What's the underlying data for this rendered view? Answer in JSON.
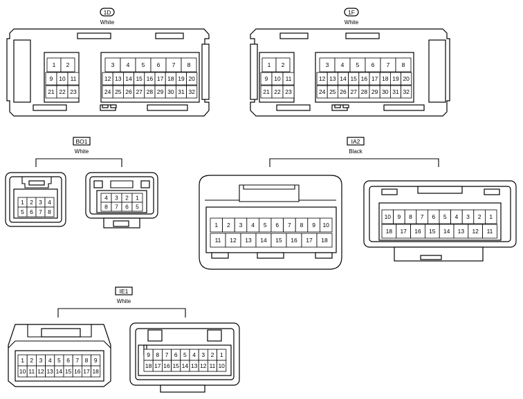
{
  "labels": {
    "c1d": {
      "name": "1D",
      "color": "White"
    },
    "c1f": {
      "name": "1F",
      "color": "White"
    },
    "bo1": {
      "name": "BO1",
      "color": "White"
    },
    "ia2": {
      "name": "IA2",
      "color": "Black"
    },
    "ie1": {
      "name": "IE1",
      "color": "White"
    }
  },
  "connectors": {
    "c1d": {
      "left_top": [
        "1",
        "2"
      ],
      "left_mid": [
        "9",
        "10",
        "11"
      ],
      "left_bot": [
        "21",
        "22",
        "23"
      ],
      "right_top": [
        "3",
        "4",
        "5",
        "6",
        "7",
        "8"
      ],
      "right_mid": [
        "12",
        "13",
        "14",
        "15",
        "16",
        "17",
        "18",
        "19",
        "20"
      ],
      "right_bot": [
        "24",
        "25",
        "26",
        "27",
        "28",
        "29",
        "30",
        "31",
        "32"
      ]
    },
    "c1f": {
      "left_top": [
        "1",
        "2"
      ],
      "left_mid": [
        "9",
        "10",
        "11"
      ],
      "left_bot": [
        "21",
        "22",
        "23"
      ],
      "right_top": [
        "3",
        "4",
        "5",
        "6",
        "7",
        "8"
      ],
      "right_mid": [
        "12",
        "13",
        "14",
        "15",
        "16",
        "17",
        "18",
        "19",
        "20"
      ],
      "right_bot": [
        "24",
        "25",
        "26",
        "27",
        "28",
        "29",
        "30",
        "31",
        "32"
      ]
    },
    "bo1_male": {
      "top": [
        "1",
        "2",
        "3",
        "4"
      ],
      "bot": [
        "5",
        "6",
        "7",
        "8"
      ]
    },
    "bo1_female": {
      "top": [
        "4",
        "3",
        "2",
        "1"
      ],
      "bot": [
        "8",
        "7",
        "6",
        "5"
      ]
    },
    "ia2_male": {
      "top": [
        "1",
        "2",
        "3",
        "4",
        "5",
        "6",
        "7",
        "8",
        "9",
        "10"
      ],
      "bot": [
        "11",
        "12",
        "13",
        "14",
        "15",
        "16",
        "17",
        "18"
      ]
    },
    "ia2_female": {
      "top": [
        "10",
        "9",
        "8",
        "7",
        "6",
        "5",
        "4",
        "3",
        "2",
        "1"
      ],
      "bot": [
        "18",
        "17",
        "16",
        "15",
        "14",
        "13",
        "12",
        "11"
      ]
    },
    "ie1_male": {
      "top": [
        "1",
        "2",
        "3",
        "4",
        "5",
        "6",
        "7",
        "8",
        "9"
      ],
      "bot": [
        "10",
        "11",
        "12",
        "13",
        "14",
        "15",
        "16",
        "17",
        "18"
      ]
    },
    "ie1_female": {
      "top": [
        "9",
        "8",
        "7",
        "6",
        "5",
        "4",
        "3",
        "2",
        "1"
      ],
      "bot": [
        "18",
        "17",
        "16",
        "15",
        "14",
        "13",
        "12",
        "11",
        "10"
      ]
    }
  }
}
